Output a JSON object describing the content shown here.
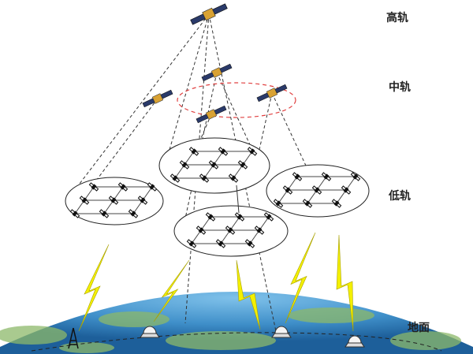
{
  "labels": {
    "high_orbit": "高轨",
    "medium_orbit": "中轨",
    "low_orbit": "低轨",
    "ground": "地面"
  },
  "colors": {
    "ocean": "#3f8fc9",
    "land": "#8cb86a",
    "orbit_ring": "#e04040",
    "lightning": "#f4f000",
    "line": "#333333"
  }
}
